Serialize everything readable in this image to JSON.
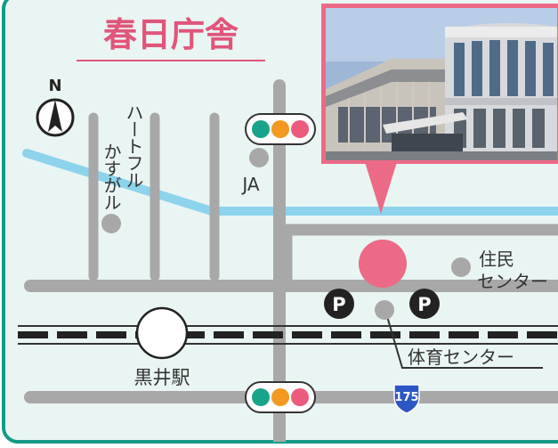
{
  "title": "春日庁舎",
  "north": "N",
  "labels": {
    "heart_kasugaru_1": "ハートフル",
    "heart_kasugaru_2": "かすがル",
    "ja": "JA",
    "jumin_1": "住民",
    "jumin_2": "センター",
    "taiiku": "体育センター",
    "station": "黒井駅",
    "route": "175",
    "parking": "P"
  },
  "colors": {
    "frame": "#159a8a",
    "background": "#e9f5f3",
    "road": "#a8a8a8",
    "river": "#8dd3ec",
    "accent_pink": "#ec6a85",
    "title_text": "#e0557a",
    "signal_green": "#1aa38b",
    "signal_orange": "#f29a1f",
    "signal_pink": "#ec5a7e",
    "route_badge": "#2b56c4"
  }
}
